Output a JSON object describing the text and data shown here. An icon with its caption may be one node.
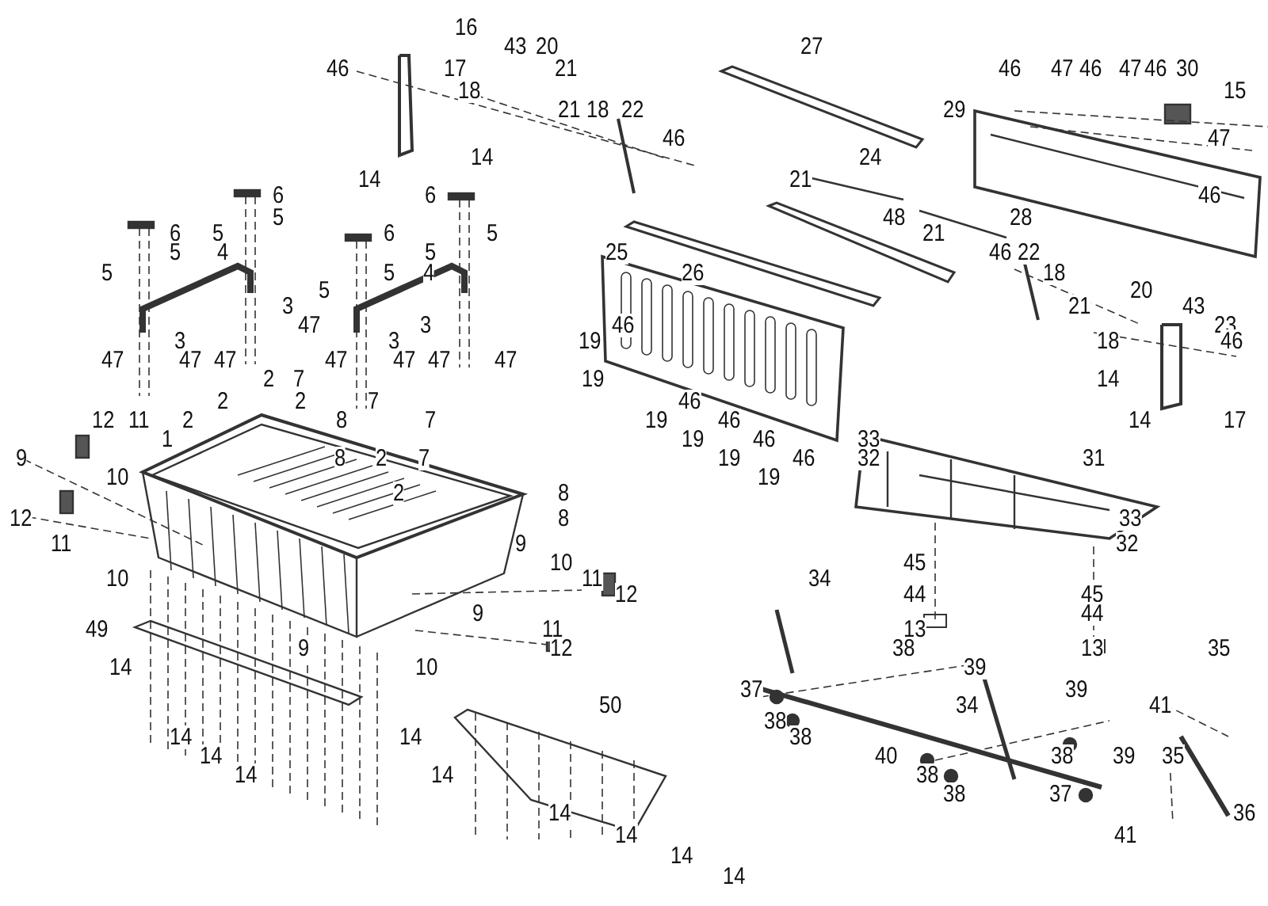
{
  "diagram": {
    "labels": [
      "16",
      "43",
      "20",
      "27",
      "46",
      "17",
      "21",
      "46",
      "47",
      "46",
      "47",
      "46",
      "30",
      "18",
      "15",
      "21",
      "18",
      "22",
      "29",
      "46",
      "47",
      "14",
      "24",
      "14",
      "21",
      "6",
      "6",
      "46",
      "5",
      "48",
      "28",
      "6",
      "5",
      "6",
      "5",
      "21",
      "5",
      "4",
      "5",
      "25",
      "46",
      "22",
      "5",
      "5",
      "4",
      "26",
      "18",
      "5",
      "20",
      "3",
      "21",
      "43",
      "47",
      "3",
      "46",
      "23",
      "3",
      "3",
      "19",
      "18",
      "46",
      "47",
      "47",
      "47",
      "47",
      "47",
      "47",
      "47",
      "2",
      "7",
      "19",
      "14",
      "2",
      "2",
      "7",
      "46",
      "12",
      "11",
      "2",
      "8",
      "7",
      "19",
      "46",
      "14",
      "17",
      "1",
      "19",
      "46",
      "33",
      "9",
      "8",
      "2",
      "7",
      "19",
      "46",
      "32",
      "31",
      "10",
      "19",
      "2",
      "8",
      "12",
      "8",
      "33",
      "11",
      "9",
      "32",
      "10",
      "45",
      "10",
      "11",
      "34",
      "12",
      "44",
      "45",
      "9",
      "44",
      "49",
      "11",
      "13",
      "9",
      "12",
      "38",
      "13",
      "35",
      "14",
      "10",
      "39",
      "37",
      "39",
      "50",
      "34",
      "41",
      "38",
      "14",
      "14",
      "38",
      "14",
      "40",
      "38",
      "39",
      "35",
      "14",
      "14",
      "38",
      "38",
      "37",
      "14",
      "36",
      "14",
      "41",
      "14",
      "14"
    ]
  }
}
